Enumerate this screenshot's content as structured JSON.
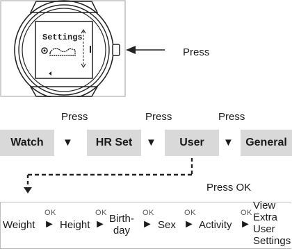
{
  "display": {
    "line1": "Settings"
  },
  "callout": {
    "press_label": "Press"
  },
  "menu": {
    "items": [
      "Watch",
      "HR Set",
      "User",
      "General"
    ],
    "press_labels": [
      "Press",
      "Press",
      "Press"
    ],
    "press_ok": "Press OK"
  },
  "flow": {
    "ok_label": "OK",
    "steps": [
      {
        "line1": "Weight",
        "line2": ""
      },
      {
        "line1": "Height",
        "line2": ""
      },
      {
        "line1": "Birth-",
        "line2": "day"
      },
      {
        "line1": "Sex",
        "line2": ""
      },
      {
        "line1": "Activity",
        "line2": ""
      },
      {
        "line1": "View",
        "line2": "Extra",
        "line3": "User",
        "line4": "Settings"
      }
    ]
  },
  "colors": {
    "menu_fill": "#d9d9d9",
    "ink": "#1a1a1a",
    "frame": "#bdbdbd"
  }
}
